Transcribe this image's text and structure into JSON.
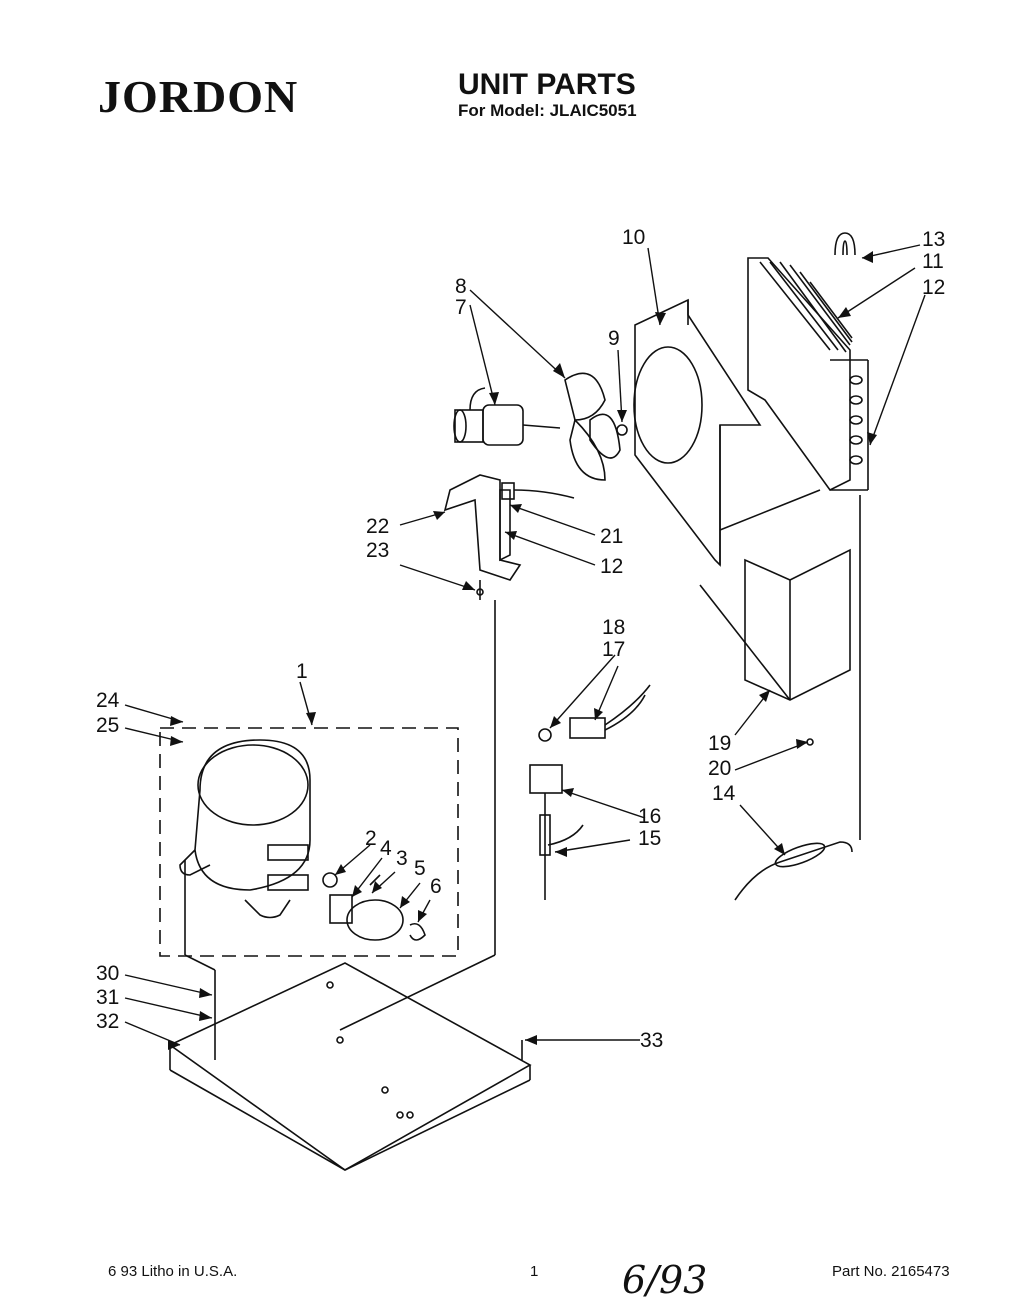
{
  "header": {
    "brand": "JORDON",
    "title": "UNIT PARTS",
    "subtitle": "For Model: JLAIC5051"
  },
  "callouts": [
    "1",
    "2",
    "3",
    "4",
    "5",
    "6",
    "7",
    "8",
    "9",
    "10",
    "11",
    "12",
    "12",
    "13",
    "14",
    "15",
    "16",
    "17",
    "18",
    "19",
    "20",
    "21",
    "22",
    "23",
    "24",
    "25",
    "30",
    "31",
    "32",
    "33"
  ],
  "footer": {
    "left": "6 93  Litho in U.S.A.",
    "page": "1",
    "handwritten": "6/93",
    "right": "Part No. 2165473"
  }
}
